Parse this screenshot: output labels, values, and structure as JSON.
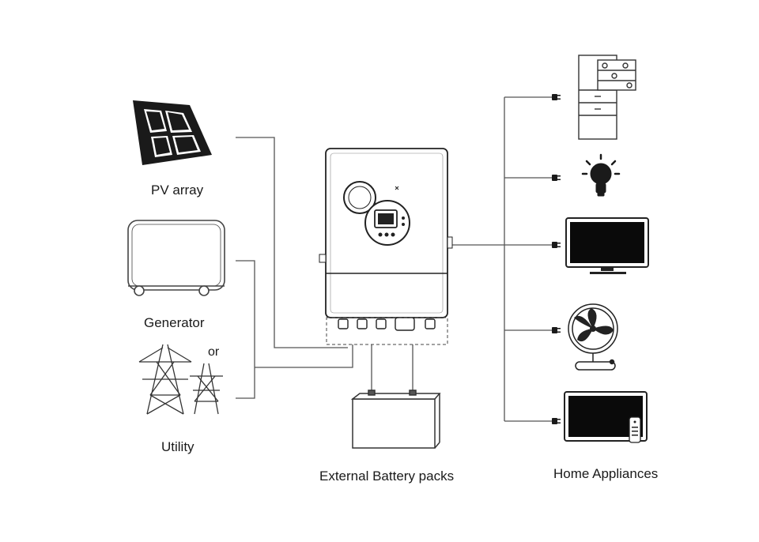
{
  "labels": {
    "pv": "PV array",
    "generator": "Generator",
    "or": "or",
    "utility": "Utility",
    "battery": "External Battery packs",
    "home": "Home Appliances"
  },
  "icons": {
    "pv": "solar-panel-icon",
    "generator": "generator-icon",
    "utility": "power-tower-icon",
    "inverter": "hybrid-inverter-icon",
    "battery": "battery-icon",
    "fridge": "refrigerator-icon",
    "bulb": "light-bulb-icon",
    "tv": "television-icon",
    "fan": "fan-icon",
    "tv2": "tv-with-remote-icon",
    "plug": "plug-icon"
  },
  "colors": {
    "line": "#555555",
    "ink": "#1a1a1a",
    "screen": "#0a0a0a"
  }
}
